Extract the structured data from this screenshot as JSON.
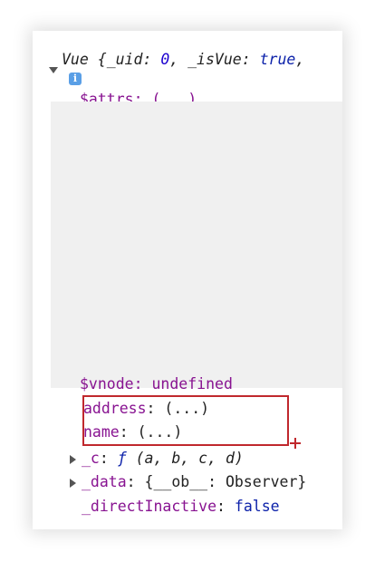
{
  "console": {
    "root": {
      "class_name": "Vue",
      "open": " {",
      "k1": "_uid",
      "v1": "0",
      "sep1": ", ",
      "k2": "_isVue",
      "v2": "true",
      "trail": ","
    },
    "attrs_row": "$attrs: (...)",
    "vnode_row": "$vnode: undefined",
    "address": {
      "key": "address",
      "value": ": (...)"
    },
    "name": {
      "key": "name",
      "value": ": (...)"
    },
    "c": {
      "key": "_c",
      "colon": ": ",
      "fn": "ƒ",
      "args": " (a, b, c, d)"
    },
    "data": {
      "key": "_data",
      "value": ": {__ob__: Observer}"
    },
    "directInactive": {
      "key": "_directInactive",
      "value": ": ",
      "bool": "false"
    }
  }
}
